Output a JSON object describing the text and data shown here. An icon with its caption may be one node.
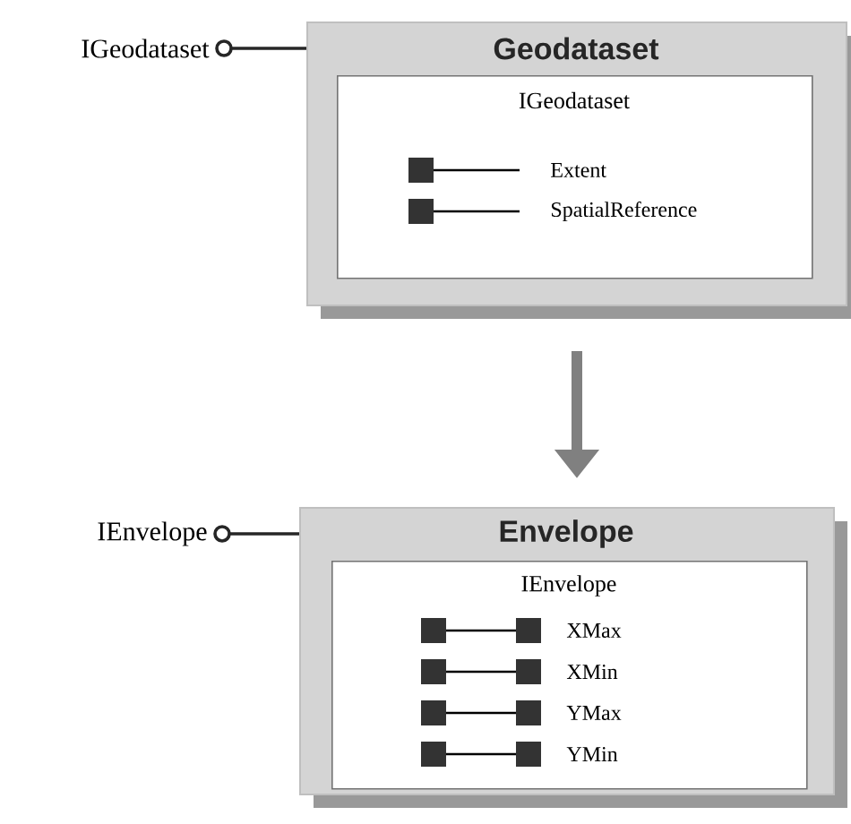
{
  "diagram": {
    "nodes": [
      {
        "text": [
          "Geodataset"
        ]
      },
      {
        "text": [
          "IGeodataset",
          "Extent",
          "SpatialReference"
        ],
        "in": 0
      },
      {
        "text": [
          "IGeodataset"
        ]
      },
      {
        "text": [
          "Envelope"
        ]
      },
      {
        "text": [
          "IEnvelope",
          "XMax",
          "XMin",
          "YMax",
          "YMin"
        ],
        "in": 3
      },
      {
        "text": [
          "IEnvelope"
        ]
      }
    ],
    "edges": [
      {
        "from": 2,
        "to": 0,
        "arrow": "other"
      },
      {
        "from": 0,
        "to": 3,
        "arrow": "to",
        "style": "thick",
        "color": "#808080"
      },
      {
        "from": 5,
        "to": 3,
        "arrow": "other"
      }
    ]
  }
}
